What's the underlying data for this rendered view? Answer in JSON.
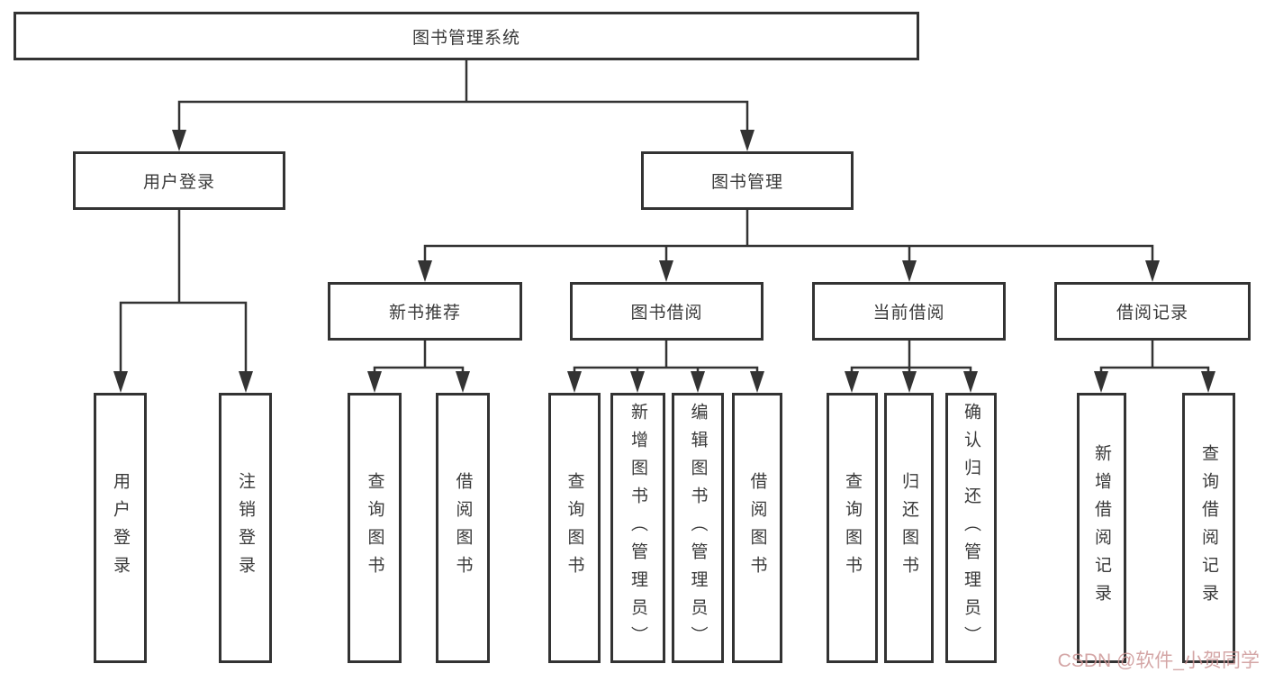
{
  "nodes": {
    "root": "图书管理系统",
    "user_login": "用户登录",
    "book_mgmt": "图书管理",
    "new_book_rec": "新书推荐",
    "book_borrow": "图书借阅",
    "current_borrow": "当前借阅",
    "borrow_records": "借阅记录",
    "login": "用户登录",
    "logout": "注销登录",
    "rec_query_book": "查询图书",
    "rec_borrow_book": "借阅图书",
    "bb_query_book": "查询图书",
    "bb_add_book": "新增图书（管理员）",
    "bb_edit_book": "编辑图书（管理员）",
    "bb_borrow_book": "借阅图书",
    "cb_query_book": "查询图书",
    "cb_return_book": "归还图书",
    "cb_confirm_return": "确认归还（管理员）",
    "br_add_record": "新增借阅记录",
    "br_query_record": "查询借阅记录"
  },
  "watermark": "CSDN @软件_小贺同学",
  "colors": {
    "line": "#333333",
    "text": "#3a3a3a",
    "box_background": "#ffffff",
    "watermark": "#cd9696",
    "background": "#ffffff"
  }
}
